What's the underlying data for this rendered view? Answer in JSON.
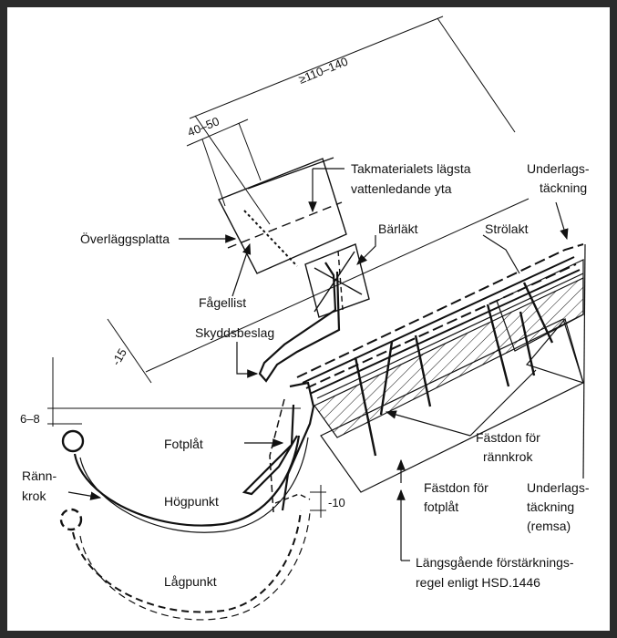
{
  "diagram": {
    "labels": {
      "dim_overlap": "≥110–140",
      "dim_40_50": "40–50",
      "dim_15": "-15",
      "dim_6_8": "6–8",
      "dim_10": "-10",
      "takmaterial_1": "Takmaterialets lägsta",
      "takmaterial_2": "vattenledande yta",
      "underlag_1": "Underlags-",
      "underlag_2": "täckning",
      "overlaggsplatta": "Överläggsplatta",
      "barlakt": "Bärläkt",
      "strolakt": "Strölakt",
      "fagellist": "Fågellist",
      "skyddsbeslag": "Skyddsbeslag",
      "fotplat": "Fotplåt",
      "rannkrok_1": "Ränn-",
      "rannkrok_2": "krok",
      "hogpunkt": "Högpunkt",
      "lagpunkt": "Lågpunkt",
      "fastdon_rannkrok_1": "Fästdon för",
      "fastdon_rannkrok_2": "rännkrok",
      "fastdon_fotplat_1": "Fästdon för",
      "fastdon_fotplat_2": "fotplåt",
      "underlag_remsa_1": "Underlags-",
      "underlag_remsa_2": "täckning",
      "underlag_remsa_3": "(remsa)",
      "langsgaende_1": "Längsgående förstärknings-",
      "langsgaende_2": "regel enligt HSD.1446"
    }
  }
}
